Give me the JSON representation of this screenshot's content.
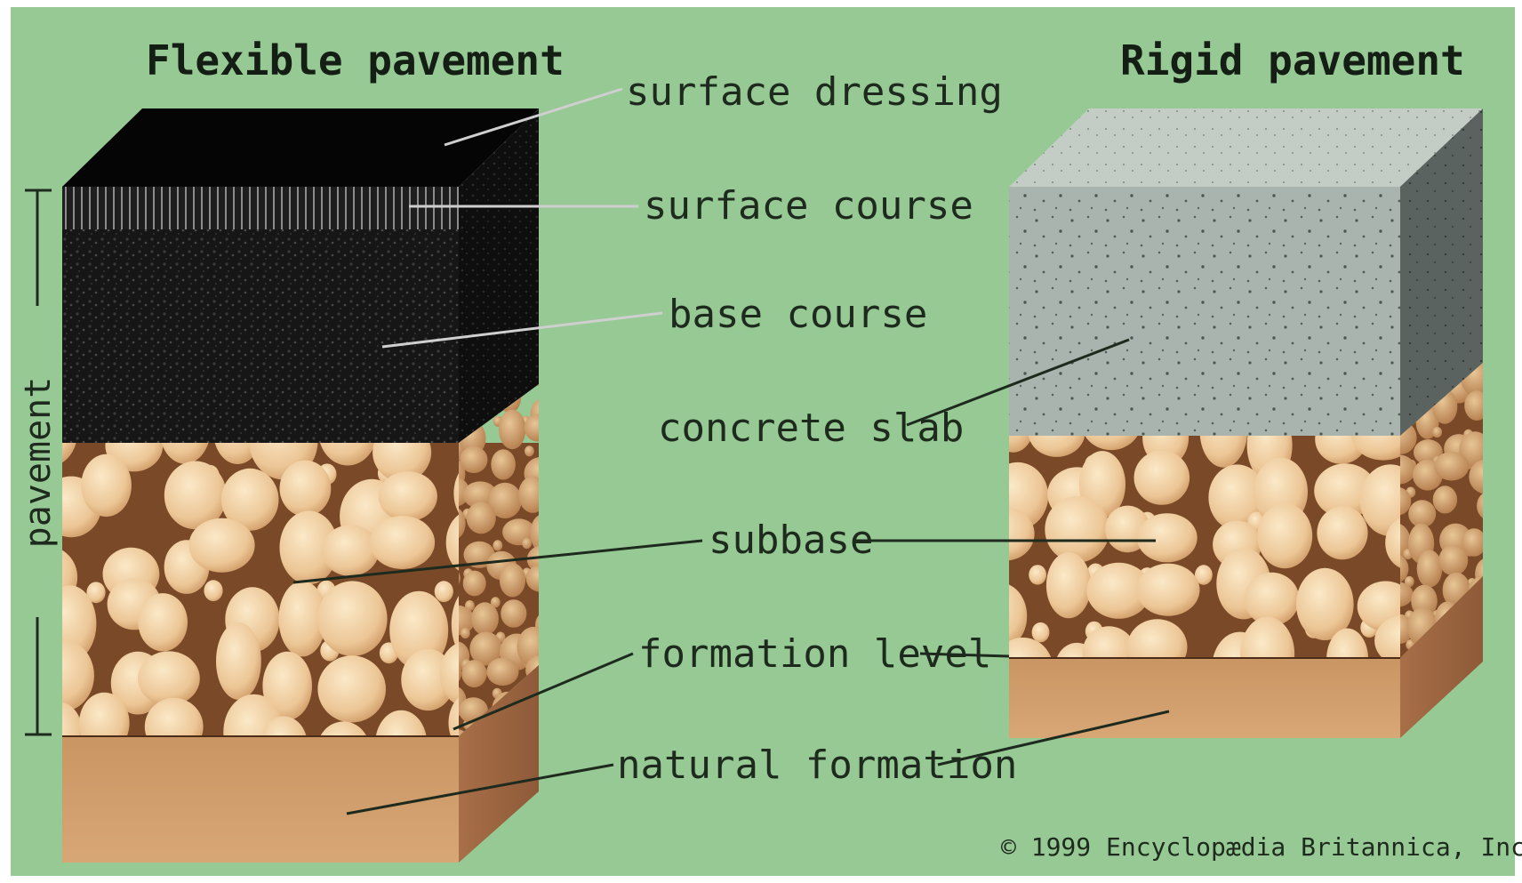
{
  "titles": {
    "flexible": "Flexible pavement",
    "rigid": "Rigid pavement"
  },
  "labels": {
    "surface_dressing": "surface dressing",
    "surface_course": "surface course",
    "base_course": "base course",
    "concrete_slab": "concrete slab",
    "subbase": "subbase",
    "formation_level": "formation level",
    "natural_formation": "natural formation"
  },
  "side_label": "pavement",
  "copyright": "© 1999 Encyclopædia Britannica, Inc",
  "colors": {
    "background": "#97c995",
    "asphalt": "#1a1a1a",
    "concrete": "#a9b3ad",
    "stones": "#efcfa0",
    "stone_gaps": "#7a4a28",
    "soil": "#c8925f"
  }
}
